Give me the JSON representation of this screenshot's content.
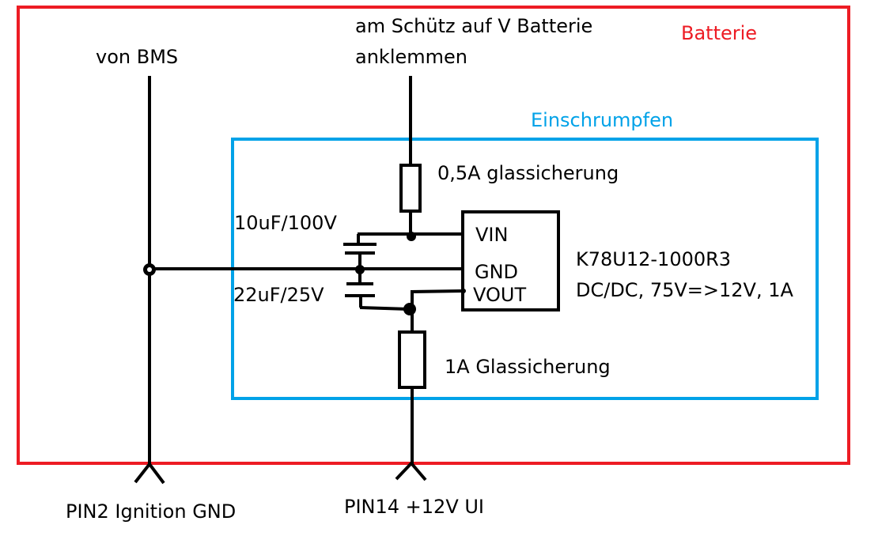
{
  "colors": {
    "battery_box": "#ed1c24",
    "shrink_box": "#00a2e8",
    "wire": "#000000",
    "background": "#ffffff"
  },
  "labels": {
    "battery": "Batterie",
    "shrink_wrap": "Einschrumpfen",
    "from_bms": "von BMS",
    "contactor_line1": "am Schütz auf V Batterie",
    "contactor_line2": "anklemmen",
    "fuse_in": "0,5A glassicherung",
    "fuse_out": "1A Glassicherung",
    "cap_in": "10uF/100V",
    "cap_out": "22uF/25V",
    "pin_vin": "VIN",
    "pin_gnd": "GND",
    "pin_vout": "VOUT",
    "module_part": "K78U12-1000R3",
    "module_desc": "DC/DC, 75V=>12V, 1A",
    "connector_gnd": "PIN2 Ignition GND",
    "connector_12v": "PIN14 +12V UI"
  }
}
